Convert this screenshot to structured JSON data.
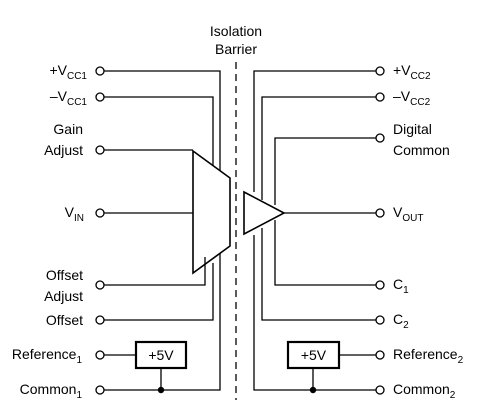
{
  "barrier": {
    "line1": "Isolation",
    "line2": "Barrier"
  },
  "left_pins": [
    {
      "id": "vcc1_pos",
      "main": "+V",
      "sub": "CC1"
    },
    {
      "id": "vcc1_neg",
      "main": "–V",
      "sub": "CC1"
    },
    {
      "id": "gain_adjust",
      "line1": "Gain",
      "line2": "Adjust"
    },
    {
      "id": "vin",
      "main": "V",
      "sub": "IN"
    },
    {
      "id": "offset_adjust",
      "line1": "Offset",
      "line2": "Adjust"
    },
    {
      "id": "offset",
      "main": "Offset"
    },
    {
      "id": "reference1",
      "main": "Reference",
      "sub": "1"
    },
    {
      "id": "common1",
      "main": "Common",
      "sub": "1"
    }
  ],
  "right_pins": [
    {
      "id": "vcc2_pos",
      "main": "+V",
      "sub": "CC2"
    },
    {
      "id": "vcc2_neg",
      "main": "–V",
      "sub": "CC2"
    },
    {
      "id": "digital_common",
      "line1": "Digital",
      "line2": "Common"
    },
    {
      "id": "vout",
      "main": "V",
      "sub": "OUT"
    },
    {
      "id": "c1",
      "main": "C",
      "sub": "1"
    },
    {
      "id": "c2",
      "main": "C",
      "sub": "2"
    },
    {
      "id": "reference2",
      "main": "Reference",
      "sub": "2"
    },
    {
      "id": "common2",
      "main": "Common",
      "sub": "2"
    }
  ],
  "references": {
    "left": "+5V",
    "right": "+5V"
  }
}
